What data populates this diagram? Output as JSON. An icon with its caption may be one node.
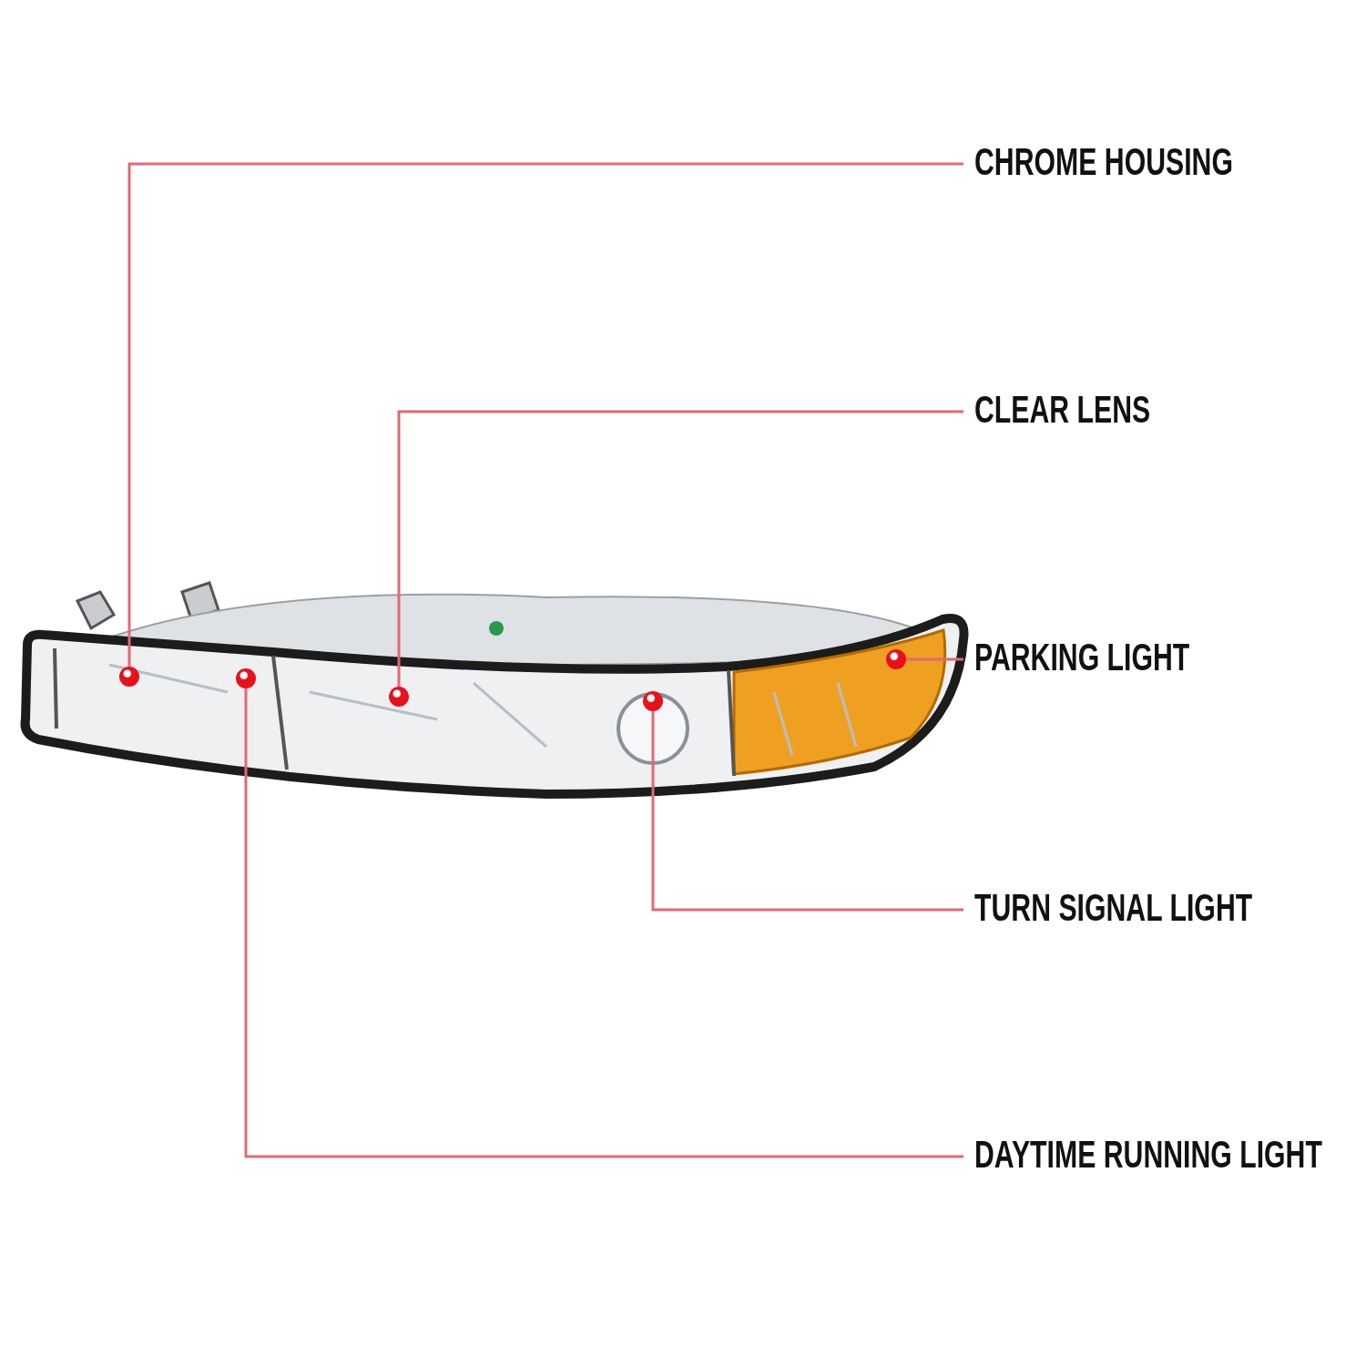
{
  "diagram": {
    "nodes": [
      {
        "text": [
          "CHROME HOUSING"
        ]
      },
      {
        "text": [
          "CLEAR LENS"
        ]
      },
      {
        "text": [
          "PARKING LIGHT"
        ]
      },
      {
        "text": [
          "TURN SIGNAL LIGHT"
        ]
      },
      {
        "text": [
          "DAYTIME RUNNING LIGHT"
        ]
      },
      {
        "text": [],
        "shape": "circle"
      },
      {
        "text": [],
        "shape": "circle"
      },
      {
        "text": [],
        "shape": "circle"
      },
      {
        "text": [],
        "shape": "circle"
      },
      {
        "text": [],
        "shape": "circle"
      }
    ],
    "edges": [
      {
        "from": 0,
        "to": 5,
        "arrow": "none"
      },
      {
        "from": 1,
        "to": 6,
        "arrow": "none"
      },
      {
        "from": 2,
        "to": 7,
        "arrow": "none"
      },
      {
        "from": 3,
        "to": 8,
        "arrow": "none"
      },
      {
        "from": 4,
        "to": 9,
        "arrow": "none"
      }
    ]
  }
}
